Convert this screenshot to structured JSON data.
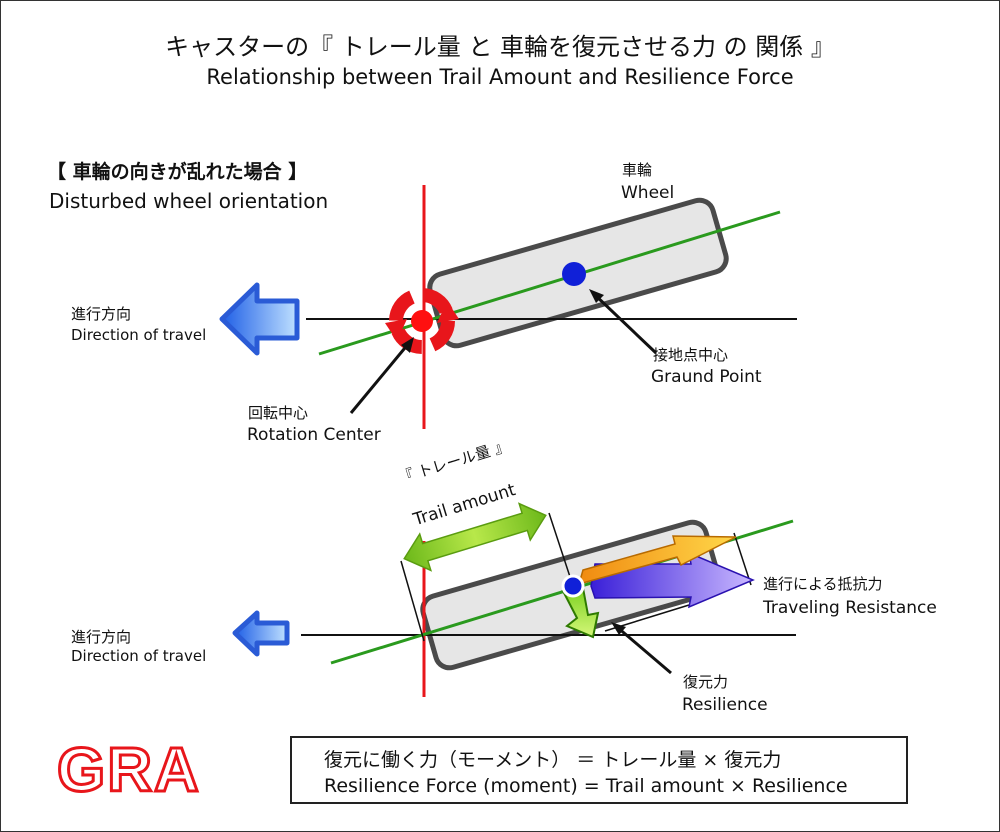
{
  "title": {
    "jp": "キャスターの『 トレール量 と 車輪を復元させる力 の 関係 』",
    "en": "Relationship between Trail Amount and Resilience Force"
  },
  "section": {
    "jp": "【 車輪の向きが乱れた場合 】",
    "en": "Disturbed wheel orientation"
  },
  "upper": {
    "wheel_jp": "車輪",
    "wheel_en": "Wheel",
    "direction_jp": "進行方向",
    "direction_en": "Direction of travel",
    "ground_jp": "接地点中心",
    "ground_en": "Graund Point",
    "rotation_jp": "回転中心",
    "rotation_en": "Rotation Center"
  },
  "lower": {
    "trail_jp": "『 トレール量 』",
    "trail_en": "Trail amount",
    "resistance_jp": "進行による抵抗力",
    "resistance_en": "Traveling Resistance",
    "direction_jp": "進行方向",
    "direction_en": "Direction of travel",
    "resilience_jp": "復元力",
    "resilience_en": "Resilience"
  },
  "formula": {
    "line1": "復元に働く力（モーメント） ＝ トレール量 × 復元力",
    "line2": "Resilience Force (moment) = Trail amount ×  Resilience"
  },
  "logo": "GRA",
  "colors": {
    "axis_red": "#e8161b",
    "wheel_line_green": "#2a9a1e",
    "ground_point_blue": "#1020d8",
    "direction_arrow_blue": "#3a7ef0",
    "trail_arrow_green": "#8ccf2a",
    "resistance_arrow_orange": "#f5a623",
    "resistance_arrow_purple": "#5533e8"
  }
}
